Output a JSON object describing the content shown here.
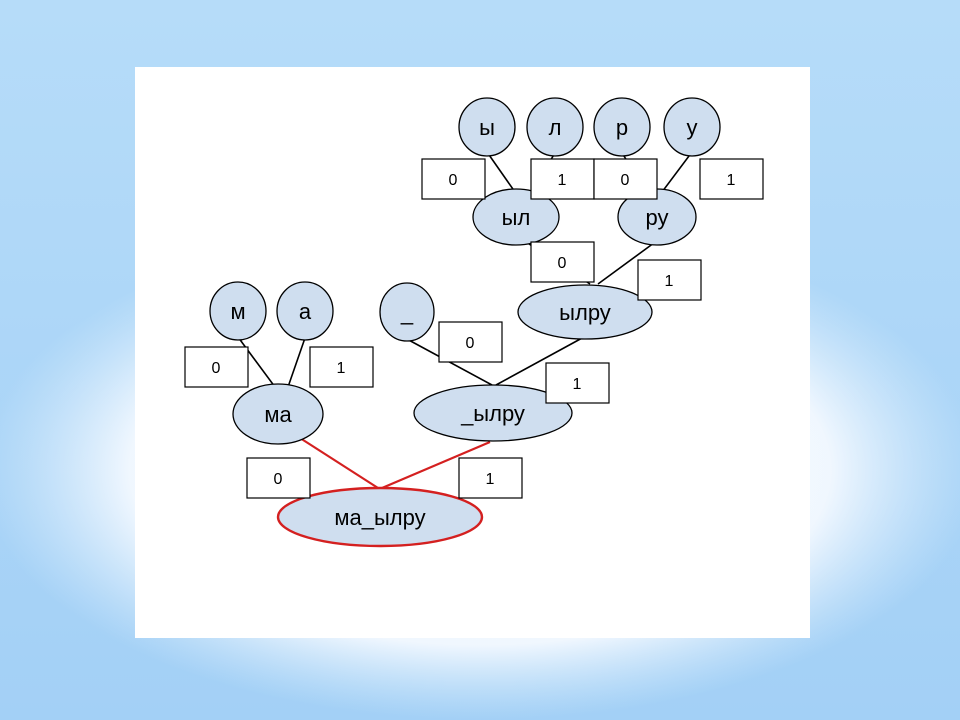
{
  "colors": {
    "slide_background": "#a9d4f7",
    "node_fill": "#cfdeef",
    "root_outline": "#d42020",
    "edge": "#000000"
  },
  "tree": {
    "leaves": {
      "m": "м",
      "a": "а",
      "underscore": "_",
      "y": "ы",
      "l": "л",
      "r": "р",
      "u": "у"
    },
    "internal": {
      "yl": "ыл",
      "ru": "ру",
      "ylru": "ылру",
      "ma": "ма",
      "us_ylru": "_ылру"
    },
    "root": "ма_ылру"
  },
  "bits": {
    "y": "0",
    "l": "1",
    "r": "0",
    "u": "1",
    "yl": "0",
    "ru": "1",
    "m": "0",
    "a": "1",
    "underscore": "0",
    "ylru": "1",
    "ma": "0",
    "us_ylru": "1"
  }
}
